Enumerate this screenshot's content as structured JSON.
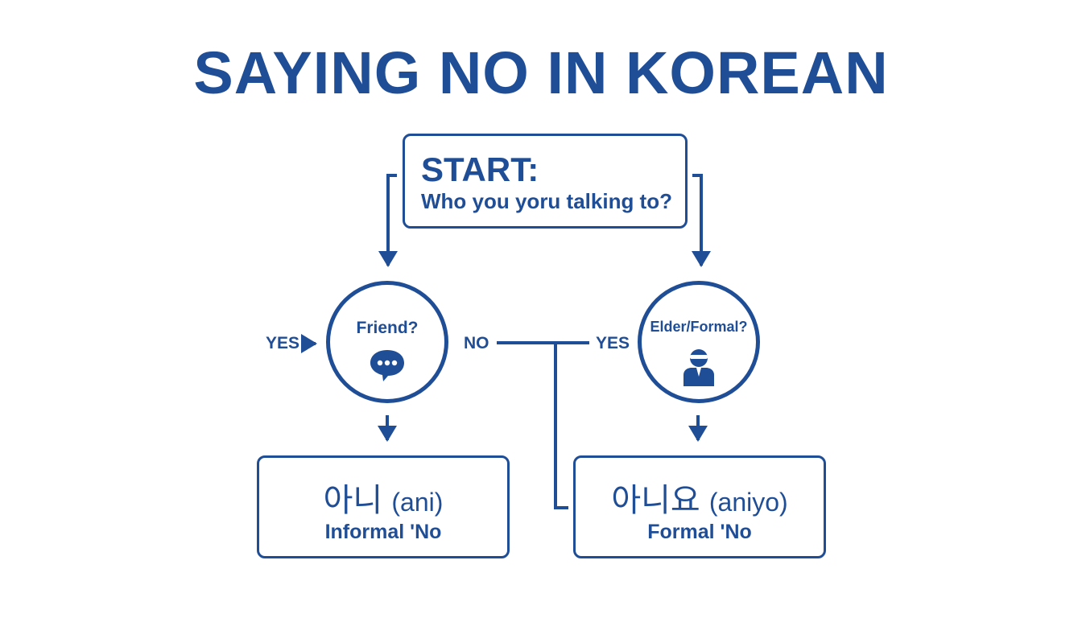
{
  "title": "SAYING NO IN KOREAN",
  "start": {
    "label": "START:",
    "question": "Who you yoru talking to?"
  },
  "left_node": {
    "question": "Friend?",
    "icon": "speech-bubble-icon",
    "yes_label": "YES",
    "no_label": "NO"
  },
  "right_node": {
    "question": "Elder/Formal?",
    "icon": "person-icon",
    "yes_label": "YES"
  },
  "results": {
    "informal": {
      "korean": "아니",
      "romaji": "(ani)",
      "meaning": "Informal 'No"
    },
    "formal": {
      "korean": "아니요",
      "romaji": "(aniyo)",
      "meaning": "Formal 'No"
    }
  },
  "colors": {
    "primary": "#1f4e96",
    "background": "#ffffff"
  }
}
